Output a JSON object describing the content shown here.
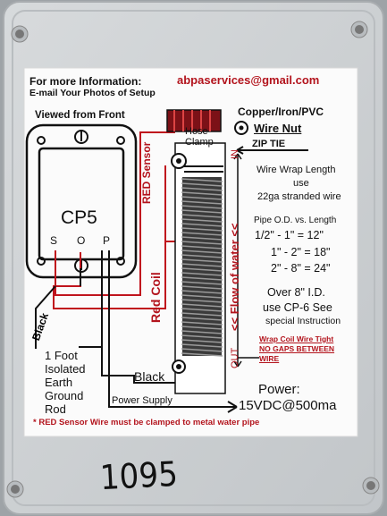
{
  "header": {
    "info_line1": "For more Information:",
    "info_line2": "E-mail Your Photos of Setup",
    "email": "abpaservices@gmail.com"
  },
  "left": {
    "viewed_from": "Viewed from Front",
    "model": "CP5",
    "terminals": [
      "S",
      "O",
      "P"
    ],
    "red_sensor_label": "RED Sensor",
    "red_coil_label": "Red Coil",
    "black_label_left": "Black",
    "black_label_bottom": "Black",
    "ground_rod_lines": [
      "1 Foot",
      "Isolated",
      "Earth",
      "Ground",
      "Rod"
    ]
  },
  "center": {
    "hose_clamp_lines": [
      "Hose",
      "Clamp"
    ],
    "in_label": "IN",
    "out_label": "OUT",
    "flow_label": "<< Flow of water <<"
  },
  "right": {
    "pipe_types": "Copper/Iron/PVC",
    "wire_nut": "Wire Nut",
    "zip_tie": "ZIP TIE",
    "wire_wrap_lines": [
      "Wire Wrap Length",
      "use",
      "22ga stranded wire"
    ],
    "pipe_od_title": "Pipe O.D. vs. Length",
    "pipe_rows": [
      "1/2\" - 1\" = 12\"",
      "1\" - 2\" = 18\"",
      "2\" - 8\" = 24\""
    ],
    "over_lines": [
      "Over 8\" I.D.",
      "use CP-6 See",
      "special Instruction"
    ],
    "wrap_warning": [
      "Wrap Coil Wire Tight",
      "NO GAPS BETWEEN",
      "WIRE"
    ]
  },
  "bottom": {
    "power_supply": "Power Supply",
    "power_label": "Power:",
    "power_value": "15VDC@500ma",
    "footer_note": "* RED Sensor Wire must be clamped to metal water pipe",
    "handwritten_number": "1095"
  }
}
